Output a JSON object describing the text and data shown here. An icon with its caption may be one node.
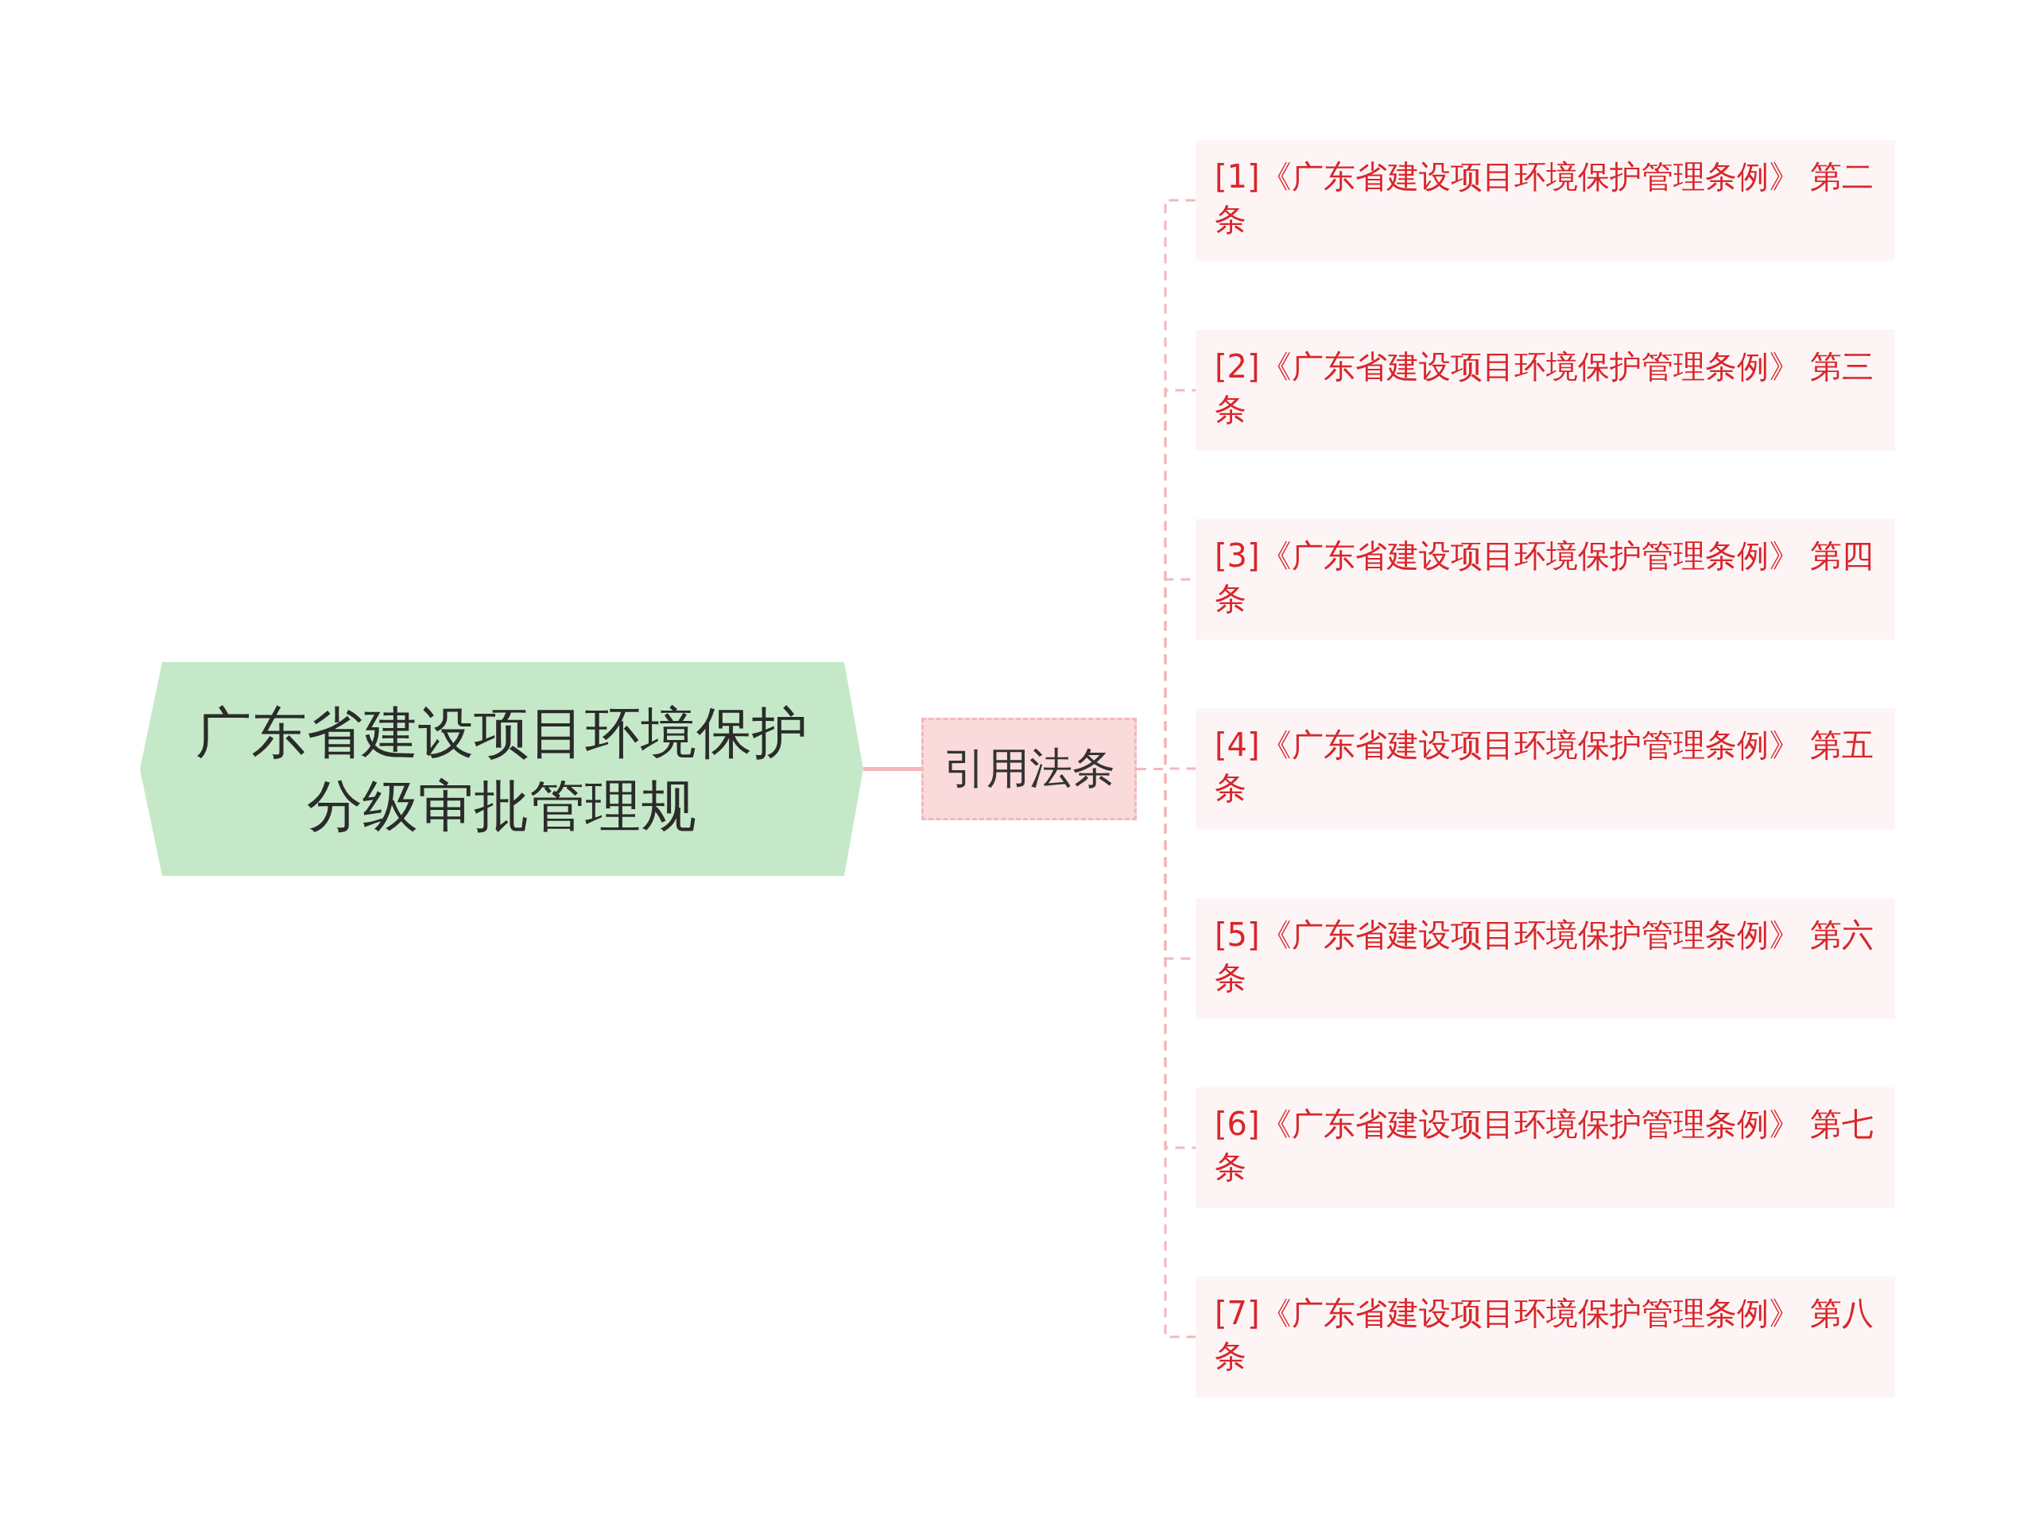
{
  "diagram": {
    "nodes": [
      {
        "text": [
          "广东省建设项目环境保护分级审批管理规"
        ]
      },
      {
        "text": [
          "引用法条"
        ]
      },
      {
        "text": [
          "[1]《广东省建设项目环境保护管理条例》 第二条"
        ]
      },
      {
        "text": [
          "[2]《广东省建设项目环境保护管理条例》 第三条"
        ]
      },
      {
        "text": [
          "[3]《广东省建设项目环境保护管理条例》 第四条"
        ]
      },
      {
        "text": [
          "[4]《广东省建设项目环境保护管理条例》 第五条"
        ]
      },
      {
        "text": [
          "[5]《广东省建设项目环境保护管理条例》 第六条"
        ]
      },
      {
        "text": [
          "[6]《广东省建设项目环境保护管理条例》 第七条"
        ]
      },
      {
        "text": [
          "[7]《广东省建设项目环境保护管理条例》 第八条"
        ]
      }
    ],
    "edges": [
      {
        "from": 0,
        "to": 1,
        "arrow": "none"
      },
      {
        "from": 1,
        "to": 2,
        "arrow": "none",
        "style": "dashed"
      },
      {
        "from": 1,
        "to": 3,
        "arrow": "none",
        "style": "dashed"
      },
      {
        "from": 1,
        "to": 4,
        "arrow": "none",
        "style": "dashed"
      },
      {
        "from": 1,
        "to": 5,
        "arrow": "none",
        "style": "dashed"
      },
      {
        "from": 1,
        "to": 6,
        "arrow": "none",
        "style": "dashed"
      },
      {
        "from": 1,
        "to": 7,
        "arrow": "none",
        "style": "dashed"
      },
      {
        "from": 1,
        "to": 8,
        "arrow": "none",
        "style": "dashed"
      }
    ]
  }
}
